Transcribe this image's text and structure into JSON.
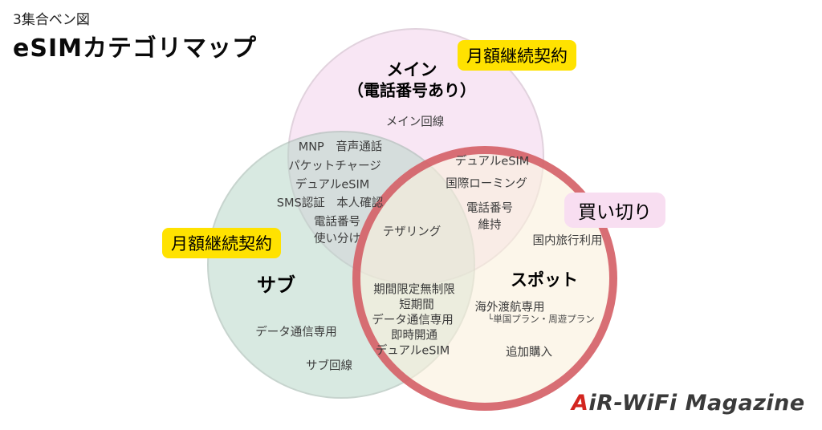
{
  "page": {
    "subtitle": "3集合ベン図",
    "title": "eSIMカテゴリマップ"
  },
  "tags": {
    "monthly_top": "月額継続契約",
    "monthly_left": "月額継続契約",
    "one_time": "買い切り"
  },
  "venn": {
    "main": {
      "title": "メイン",
      "subtitle": "（電話番号あり）",
      "items": [
        "メイン回線"
      ]
    },
    "sub": {
      "title": "サブ",
      "items": [
        "データ通信専用",
        "サブ回線"
      ]
    },
    "spot": {
      "title": "スポット",
      "items": [
        "国内旅行利用",
        "海外渡航専用",
        "└単国プラン・周遊プラン",
        "追加購入"
      ]
    },
    "main_sub": {
      "items": [
        "MNP　音声通話",
        "パケットチャージ",
        "デュアルeSIM",
        "SMS認証　本人確認",
        "電話番号\n使い分け"
      ]
    },
    "main_spot": {
      "items": [
        "デュアルeSIM",
        "国際ローミング",
        "電話番号\n維持"
      ]
    },
    "sub_spot": {
      "items": [
        "期間限定無制限",
        "短期間",
        "データ通信専用",
        "即時開通",
        "デュアルeSIM"
      ]
    },
    "center": {
      "items": [
        "テザリング"
      ]
    }
  },
  "logo": {
    "prefix": "A",
    "rest": "iR-WiFi Magazine"
  },
  "colors": {
    "main_fill": "#f8e6f4",
    "sub_fill": "#d8e9e1",
    "spot_fill": "#fdf8ee",
    "spot_border": "#d9737b",
    "tag_yellow": "#ffe200",
    "tag_pink": "#f8def1",
    "logo_accent": "#d3251f"
  }
}
